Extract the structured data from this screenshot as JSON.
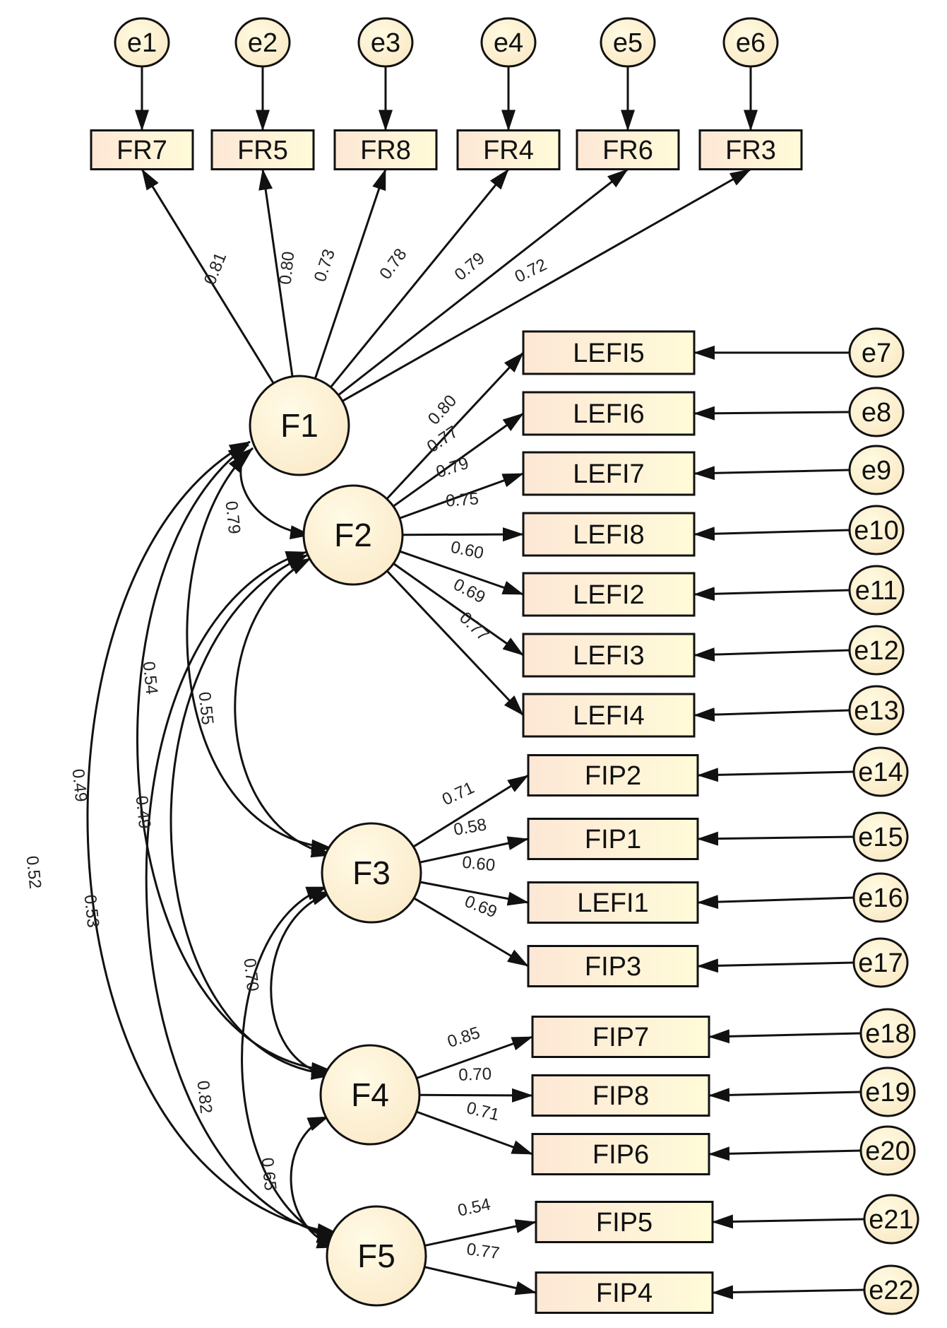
{
  "colors": {
    "fill": "#fff6d8",
    "fill_dark": "#fde9d4",
    "stroke": "#111111"
  },
  "latents": [
    {
      "id": "F1",
      "label": "F1"
    },
    {
      "id": "F2",
      "label": "F2"
    },
    {
      "id": "F3",
      "label": "F3"
    },
    {
      "id": "F4",
      "label": "F4"
    },
    {
      "id": "F5",
      "label": "F5"
    }
  ],
  "observed": [
    {
      "id": "FR7",
      "label": "FR7",
      "factor": "F1",
      "loading": "0.81",
      "error": "e1"
    },
    {
      "id": "FR5",
      "label": "FR5",
      "factor": "F1",
      "loading": "0.80",
      "error": "e2"
    },
    {
      "id": "FR8",
      "label": "FR8",
      "factor": "F1",
      "loading": "0.73",
      "error": "e3"
    },
    {
      "id": "FR4",
      "label": "FR4",
      "factor": "F1",
      "loading": "0.78",
      "error": "e4"
    },
    {
      "id": "FR6",
      "label": "FR6",
      "factor": "F1",
      "loading": "0.79",
      "error": "e5"
    },
    {
      "id": "FR3",
      "label": "FR3",
      "factor": "F1",
      "loading": "0.72",
      "error": "e6"
    },
    {
      "id": "LEFI5",
      "label": "LEFI5",
      "factor": "F2",
      "loading": "0.80",
      "error": "e7"
    },
    {
      "id": "LEFI6",
      "label": "LEFI6",
      "factor": "F2",
      "loading": "0.77",
      "error": "e8"
    },
    {
      "id": "LEFI7",
      "label": "LEFI7",
      "factor": "F2",
      "loading": "0.79",
      "error": "e9"
    },
    {
      "id": "LEFI8",
      "label": "LEFI8",
      "factor": "F2",
      "loading": "0.75",
      "error": "e10"
    },
    {
      "id": "LEFI2",
      "label": "LEFI2",
      "factor": "F2",
      "loading": "0.60",
      "error": "e11"
    },
    {
      "id": "LEFI3",
      "label": "LEFI3",
      "factor": "F2",
      "loading": "0.69",
      "error": "e12"
    },
    {
      "id": "LEFI4",
      "label": "LEFI4",
      "factor": "F2",
      "loading": "0.77",
      "error": "e13"
    },
    {
      "id": "FIP2",
      "label": "FIP2",
      "factor": "F3",
      "loading": "0.71",
      "error": "e14"
    },
    {
      "id": "FIP1",
      "label": "FIP1",
      "factor": "F3",
      "loading": "0.58",
      "error": "e15"
    },
    {
      "id": "LEFI1",
      "label": "LEFI1",
      "factor": "F3",
      "loading": "0.60",
      "error": "e16"
    },
    {
      "id": "FIP3",
      "label": "FIP3",
      "factor": "F3",
      "loading": "0.69",
      "error": "e17"
    },
    {
      "id": "FIP7",
      "label": "FIP7",
      "factor": "F4",
      "loading": "0.85",
      "error": "e18"
    },
    {
      "id": "FIP8",
      "label": "FIP8",
      "factor": "F4",
      "loading": "0.70",
      "error": "e19"
    },
    {
      "id": "FIP6",
      "label": "FIP6",
      "factor": "F4",
      "loading": "0.71",
      "error": "e20"
    },
    {
      "id": "FIP5",
      "label": "FIP5",
      "factor": "F5",
      "loading": "0.54",
      "error": "e21"
    },
    {
      "id": "FIP4",
      "label": "FIP4",
      "factor": "F5",
      "loading": "0.77",
      "error": "e22"
    }
  ],
  "correlations": [
    {
      "from": "F1",
      "to": "F2",
      "value": "0.79"
    },
    {
      "from": "F1",
      "to": "F3",
      "value": "0.54"
    },
    {
      "from": "F1",
      "to": "F4",
      "value": "0.49"
    },
    {
      "from": "F1",
      "to": "F5",
      "value": "0.52"
    },
    {
      "from": "F2",
      "to": "F3",
      "value": "0.55"
    },
    {
      "from": "F2",
      "to": "F4",
      "value": "0.49"
    },
    {
      "from": "F2",
      "to": "F5",
      "value": "0.53"
    },
    {
      "from": "F3",
      "to": "F4",
      "value": "0.70"
    },
    {
      "from": "F3",
      "to": "F5",
      "value": "0.82"
    },
    {
      "from": "F4",
      "to": "F5",
      "value": "0.65"
    }
  ]
}
